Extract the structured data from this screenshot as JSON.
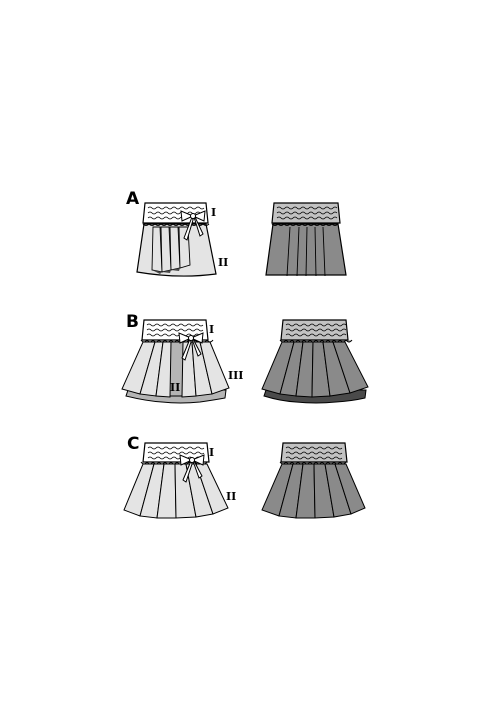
{
  "views": [
    {
      "letter": "A",
      "parts": {
        "waistband": "I",
        "skirt": "II"
      }
    },
    {
      "letter": "B",
      "parts": {
        "waistband": "I",
        "lining": "II",
        "skirt": "III"
      }
    },
    {
      "letter": "C",
      "parts": {
        "waistband": "I",
        "skirt": "II"
      }
    }
  ],
  "colors": {
    "front_fill": "#e4e4e4",
    "front_waistband": "#ffffff",
    "back_fill": "#8a8a8a",
    "back_waistband": "#c2c2c2",
    "underlayer_light": "#b5b5b5",
    "underlayer_dark": "#4a4a4a",
    "outline": "#000000"
  }
}
